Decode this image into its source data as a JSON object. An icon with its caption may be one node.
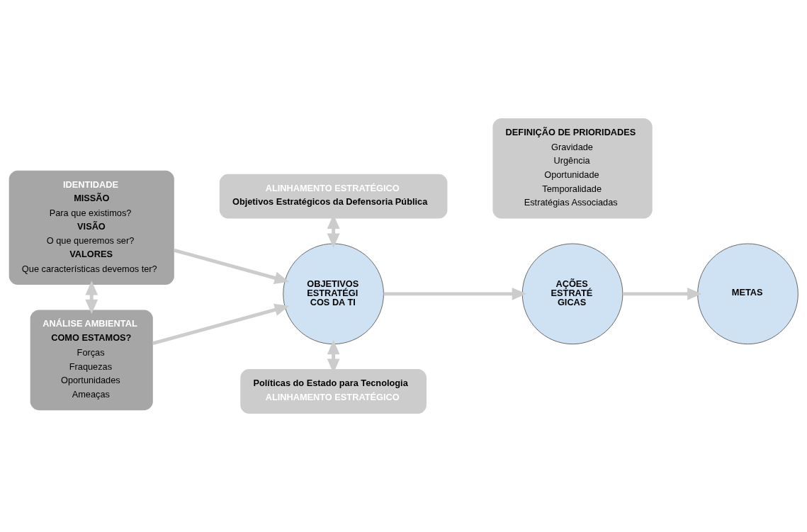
{
  "diagram": {
    "nodes": [
      {
        "text": [
          "IDENTIDADE",
          "MISSÃO",
          "Para que existimos?",
          "VISÃO",
          "O que queremos ser?",
          "VALORES",
          "Que características devemos ter?"
        ]
      },
      {
        "text": [
          "ALINHAMENTO ESTRATÉGICO",
          "Objetivos Estratégicos da Defensoria Pública"
        ]
      },
      {
        "text": [
          "OBJETIVOS ESTRATÉGI COS DA TI"
        ]
      },
      {
        "text": [
          "AÇÕES ESTRATÉ GICAS"
        ]
      },
      {
        "text": [
          "METAS"
        ]
      },
      {
        "text": [
          "ANÁLISE AMBIENTAL",
          "COMO ESTAMOS?",
          "Forças",
          "Fraquezas",
          "Oportunidades",
          "Ameaças"
        ]
      },
      {
        "text": [
          "Políticas do Estado para Tecnologia",
          "ALINHAMENTO ESTRATÉGICO"
        ]
      },
      {
        "text": [
          "DEFINIÇÃO DE PRIORIDADES",
          "Gravidade",
          "Urgência",
          "Oportunidade",
          "Temporalidade",
          "Estratégias Associadas"
        ]
      }
    ],
    "edges": [
      {
        "from": 0,
        "to": 5,
        "arrow": "both"
      },
      {
        "from": 0,
        "to": 2,
        "arrow": "to"
      },
      {
        "from": 5,
        "to": 2,
        "arrow": "to"
      },
      {
        "from": 1,
        "to": 2,
        "arrow": "both"
      },
      {
        "from": 2,
        "to": 6,
        "arrow": "both"
      },
      {
        "from": 2,
        "to": 3,
        "arrow": "to"
      },
      {
        "from": 3,
        "to": 4,
        "arrow": "to"
      }
    ]
  }
}
